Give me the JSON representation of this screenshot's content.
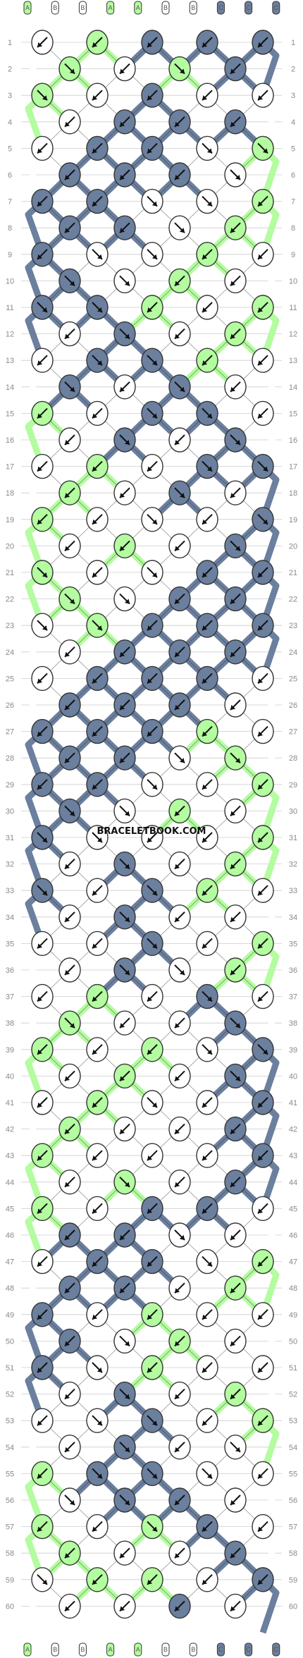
{
  "title": "",
  "watermark": "BRACELETBOOK.COM",
  "colors": {
    "A": "#b3fc9f",
    "B": "#ffffff",
    "C": "#6b7f9e",
    "outline": "#333333",
    "guide": "#cccccc"
  },
  "strand_colors": [
    "A",
    "B",
    "B",
    "A",
    "A",
    "B",
    "B",
    "C",
    "C",
    "C"
  ],
  "row_numbers": [
    1,
    2,
    3,
    4,
    5,
    6,
    7,
    8,
    9,
    10,
    11,
    12,
    13,
    14,
    15,
    16,
    17,
    18,
    19,
    20,
    21,
    22,
    23,
    24,
    25,
    26,
    27,
    28,
    29,
    30,
    31,
    32,
    33,
    34,
    35,
    36,
    37,
    38,
    39,
    40,
    41,
    42,
    43,
    44,
    45,
    46,
    47,
    48,
    49,
    50,
    51,
    52,
    53,
    54,
    55,
    56,
    57,
    58,
    59,
    60
  ],
  "rows": [
    [
      "B:L",
      "A:L",
      "C:L",
      "C:L",
      "C:L"
    ],
    [
      "A:R",
      "B:L",
      "A:R",
      "C:L"
    ],
    [
      "A:R",
      "B:L",
      "C:L",
      "B:L",
      "B:L"
    ],
    [
      "B:L",
      "C:L",
      "C:L",
      "C:L"
    ],
    [
      "B:L",
      "C:L",
      "C:L",
      "B:R",
      "A:R"
    ],
    [
      "C:L",
      "C:L",
      "C:L",
      "B:R"
    ],
    [
      "C:L",
      "C:L",
      "B:R",
      "B:R",
      "A:L"
    ],
    [
      "C:L",
      "C:L",
      "B:R",
      "A:L"
    ],
    [
      "C:L",
      "B:R",
      "B:R",
      "A:L",
      "B:L"
    ],
    [
      "C:R",
      "B:R",
      "A:L",
      "B:L"
    ],
    [
      "C:R",
      "C:R",
      "A:L",
      "B:L",
      "A:L"
    ],
    [
      "B:L",
      "C:R",
      "B:L",
      "A:L"
    ],
    [
      "B:L",
      "C:R",
      "C:R",
      "A:L",
      "B:L"
    ],
    [
      "C:R",
      "B:L",
      "C:R",
      "B:L"
    ],
    [
      "A:L",
      "B:L",
      "C:R",
      "C:R",
      "B:L"
    ],
    [
      "B:L",
      "C:R",
      "B:L",
      "C:R"
    ],
    [
      "B:L",
      "A:L",
      "B:L",
      "C:R",
      "C:R"
    ],
    [
      "A:L",
      "B:L",
      "C:R",
      "B:L"
    ],
    [
      "A:L",
      "B:L",
      "B:R",
      "B:L",
      "C:R"
    ],
    [
      "B:L",
      "A:L",
      "B:L",
      "C:R"
    ],
    [
      "A:R",
      "B:L",
      "B:R",
      "C:L",
      "C:L"
    ],
    [
      "A:R",
      "B:R",
      "C:L",
      "C:L"
    ],
    [
      "B:R",
      "A:R",
      "C:L",
      "C:L",
      "C:L"
    ],
    [
      "B:L",
      "C:L",
      "C:L",
      "C:L"
    ],
    [
      "B:L",
      "C:L",
      "C:L",
      "C:L",
      "B:L"
    ],
    [
      "C:L",
      "C:L",
      "C:L",
      "B:L"
    ],
    [
      "C:L",
      "C:L",
      "C:L",
      "A:L",
      "B:L"
    ],
    [
      "C:L",
      "C:L",
      "B:R",
      "A:R"
    ],
    [
      "C:L",
      "C:L",
      "B:R",
      "B:L",
      "A:L"
    ],
    [
      "C:R",
      "B:R",
      "A:L",
      "B:L"
    ],
    [
      "C:R",
      "B:R",
      "B:L",
      "B:L",
      "A:L"
    ],
    [
      "B:L",
      "C:R",
      "B:L",
      "A:L"
    ],
    [
      "C:R",
      "B:L",
      "C:R",
      "A:L",
      "B:L"
    ],
    [
      "B:L",
      "C:R",
      "B:L",
      "B:L"
    ],
    [
      "B:L",
      "B:L",
      "C:R",
      "B:L",
      "A:L"
    ],
    [
      "B:L",
      "C:R",
      "B:R",
      "A:L"
    ],
    [
      "B:L",
      "A:L",
      "B:L",
      "C:R",
      "B:L"
    ],
    [
      "A:R",
      "B:L",
      "B:L",
      "C:R"
    ],
    [
      "A:L",
      "B:L",
      "A:L",
      "B:R",
      "C:R"
    ],
    [
      "B:L",
      "A:L",
      "B:L",
      "C:R"
    ],
    [
      "B:L",
      "A:L",
      "B:R",
      "B:L",
      "C:L"
    ],
    [
      "A:L",
      "B:L",
      "B:L",
      "C:L"
    ],
    [
      "A:L",
      "B:L",
      "B:L",
      "B:L",
      "C:L"
    ],
    [
      "B:L",
      "A:R",
      "B:L",
      "C:L"
    ],
    [
      "A:L",
      "B:L",
      "C:L",
      "C:L",
      "B:L"
    ],
    [
      "C:L",
      "C:L",
      "B:R",
      "B:L"
    ],
    [
      "B:L",
      "C:L",
      "C:L",
      "B:R",
      "A:L"
    ],
    [
      "C:L",
      "C:L",
      "B:L",
      "A:L"
    ],
    [
      "C:L",
      "B:L",
      "A:L",
      "B:L",
      "B:L"
    ],
    [
      "C:L",
      "B:R",
      "A:L",
      "B:L"
    ],
    [
      "C:L",
      "B:R",
      "A:L",
      "B:L",
      "B:L"
    ],
    [
      "B:L",
      "C:R",
      "B:L",
      "A:L"
    ],
    [
      "B:L",
      "B:R",
      "C:R",
      "B:L",
      "A:L"
    ],
    [
      "B:L",
      "C:R",
      "B:L",
      "B:R"
    ],
    [
      "A:L",
      "C:R",
      "C:R",
      "B:R",
      "B:L"
    ],
    [
      "B:R",
      "C:R",
      "C:L",
      "B:L"
    ],
    [
      "A:L",
      "B:L",
      "A:R",
      "C:L",
      "B:L"
    ],
    [
      "A:L",
      "B:L",
      "B:L",
      "C:L"
    ],
    [
      "B:R",
      "A:L",
      "A:L",
      "B:L",
      "C:L"
    ],
    [
      "B:L",
      "B:L",
      "C:L",
      "B:L"
    ]
  ]
}
